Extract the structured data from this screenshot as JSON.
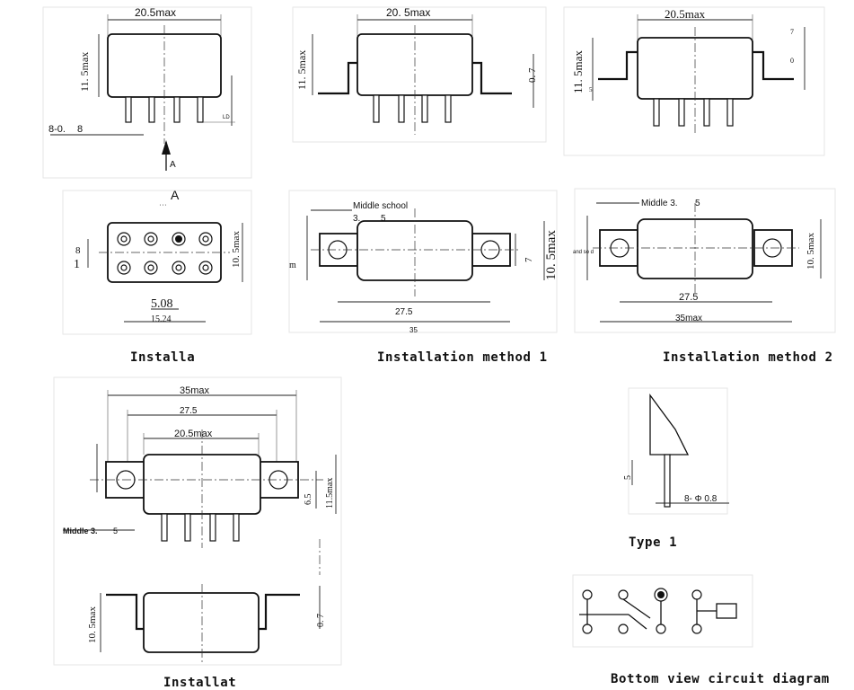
{
  "top_views": {
    "dim_width": "20.5max",
    "dim_width_v2": "20. 5max",
    "dim_width_v3": "20.5max",
    "dim_height": "11. 5max",
    "dim_height_v2": "11. 5max",
    "dim_height_v3": "11. 5max",
    "dim_07": "0. 7",
    "dim_7": "7",
    "dim_0": "0",
    "dim_pin": "8-0.",
    "dim_pin_val": "8",
    "dim_ld": "LD",
    "dim_5_small": "5",
    "arrow_label": "A"
  },
  "row2": {
    "view_label": "A",
    "view_note": "' ' '",
    "dim_8": "8",
    "dim_1": "1",
    "dim_105": "10. 5max",
    "dim_508": "5.08",
    "dim_1524": "15.24",
    "mid_school": "Middle school",
    "mid_3": "3.",
    "mid_5": "5",
    "dim_m": "m",
    "dim_7b": "7",
    "dim_105_big": "10. 5max",
    "dim_275": "27.5",
    "dim_35_partial": "35",
    "mid3_label": "Middle 3.",
    "mid3_5": "5",
    "small_note": "and so d",
    "dim_105_v3": "10. 5max",
    "dim_275_v3": "27.5",
    "dim_35max": "35max"
  },
  "captions": {
    "c1": "Installa",
    "c2": "Installation method 1",
    "c3": "Installation method 2",
    "c4": "Installat",
    "c5": "Type 1",
    "c6": "Bottom view circuit diagram"
  },
  "row3": {
    "dim_35max": "35max",
    "dim_275": "27.5",
    "dim_205": "20.5max",
    "dim_65": "6.5",
    "dim_115": "11.5max",
    "mid_label": "Middle 3.",
    "mid_5": "5",
    "dim_105": "10. 5max",
    "dim_07": "0. 7"
  },
  "type1": {
    "dim_5": "5",
    "dim_pin": "8- Φ 0.8"
  }
}
